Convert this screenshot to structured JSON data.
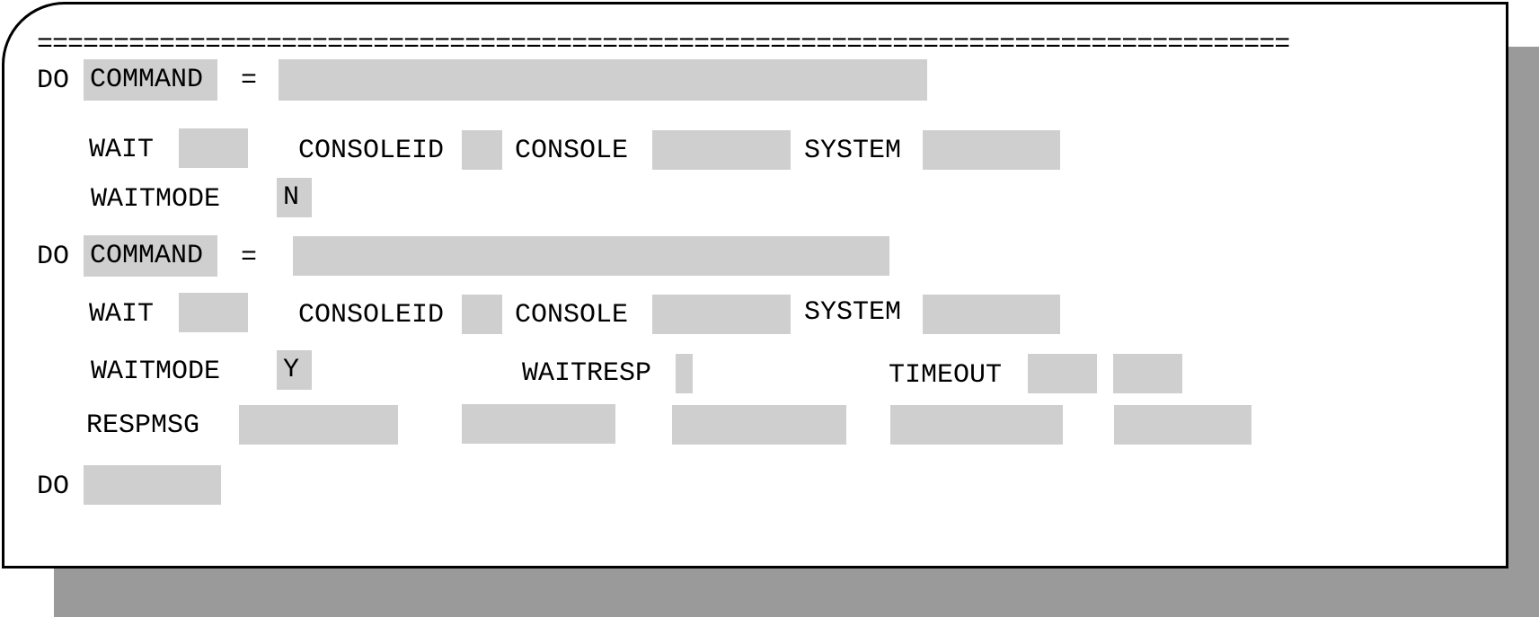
{
  "separator": "==================================================================================",
  "block1": {
    "do_label": "DO",
    "command_keyword": "COMMAND",
    "equals": "=",
    "command_value": "",
    "wait_label": "WAIT",
    "wait_value": "",
    "consoleid_label": "CONSOLEID",
    "consoleid_value": "",
    "console_label": "CONSOLE",
    "console_value": "",
    "system_label": "SYSTEM",
    "system_value": "",
    "waitmode_label": "WAITMODE",
    "waitmode_value": "N"
  },
  "block2": {
    "do_label": "DO",
    "command_keyword": "COMMAND",
    "equals": "=",
    "command_value": "",
    "wait_label": "WAIT",
    "wait_value": "",
    "consoleid_label": "CONSOLEID",
    "consoleid_value": "",
    "console_label": "CONSOLE",
    "console_value": "",
    "system_label": "SYSTEM",
    "system_value": "",
    "waitmode_label": "WAITMODE",
    "waitmode_value": "Y",
    "waitresp_label": "WAITRESP",
    "waitresp_value": "",
    "timeout_label": "TIMEOUT",
    "timeout_value_1": "",
    "timeout_value_2": "",
    "respmsg_label": "RESPMSG",
    "respmsg_values": [
      "",
      "",
      "",
      "",
      ""
    ]
  },
  "block3": {
    "do_label": "DO",
    "do_value": ""
  }
}
